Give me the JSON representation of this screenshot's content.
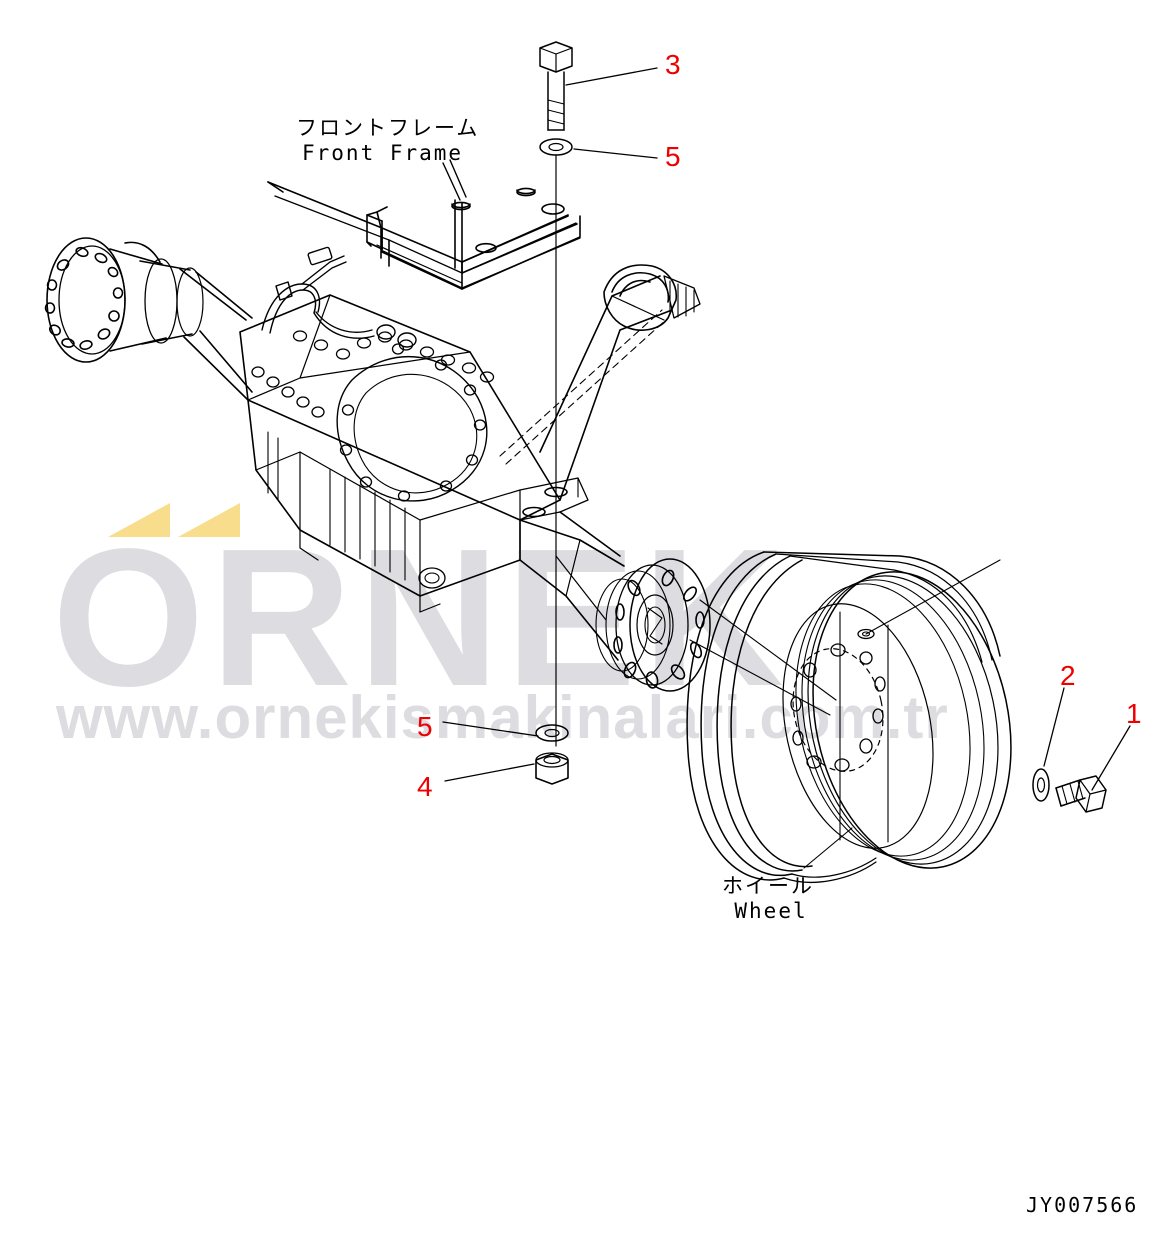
{
  "document": {
    "type": "technical-parts-diagram",
    "drawing_number": "JY007566",
    "title_jp": "フロントフレーム",
    "title_en": "Front Frame"
  },
  "annotations": [
    {
      "id": "front-frame",
      "jp": "フロントフレーム",
      "en": "Front Frame"
    },
    {
      "id": "wheel",
      "jp": "ホイール",
      "en": "Wheel"
    }
  ],
  "labels": {
    "front_frame_jp": "フロントフレーム",
    "front_frame_en": "Front Frame",
    "wheel_jp": "ホイール",
    "wheel_en": "Wheel"
  },
  "callouts": [
    {
      "id": "callout-1",
      "number": "1",
      "part": "bolt",
      "position": "right-lower"
    },
    {
      "id": "callout-2",
      "number": "2",
      "part": "washer",
      "position": "right-lower"
    },
    {
      "id": "callout-3",
      "number": "3",
      "part": "bolt",
      "position": "top-center"
    },
    {
      "id": "callout-4",
      "number": "4",
      "part": "nut",
      "position": "bottom-center"
    },
    {
      "id": "callout-5a",
      "number": "5",
      "part": "washer",
      "position": "top-center"
    },
    {
      "id": "callout-5b",
      "number": "5",
      "part": "washer",
      "position": "bottom-center"
    }
  ],
  "callout_numbers": {
    "one": "1",
    "two": "2",
    "three": "3",
    "four": "4",
    "five_upper": "5",
    "five_lower": "5"
  },
  "watermark": {
    "word": "ORNEK",
    "url": "www.ornekismakinalari.com.tr",
    "text_color": "#dcdce1",
    "accent_color": "#f8dd8c"
  },
  "colors": {
    "callout_red": "#ee0000",
    "line_black": "#000000",
    "background": "#ffffff",
    "watermark_gray": "#dcdce1",
    "watermark_yellow": "#f8dd8c"
  },
  "footer": {
    "drawing_number": "JY007566"
  }
}
